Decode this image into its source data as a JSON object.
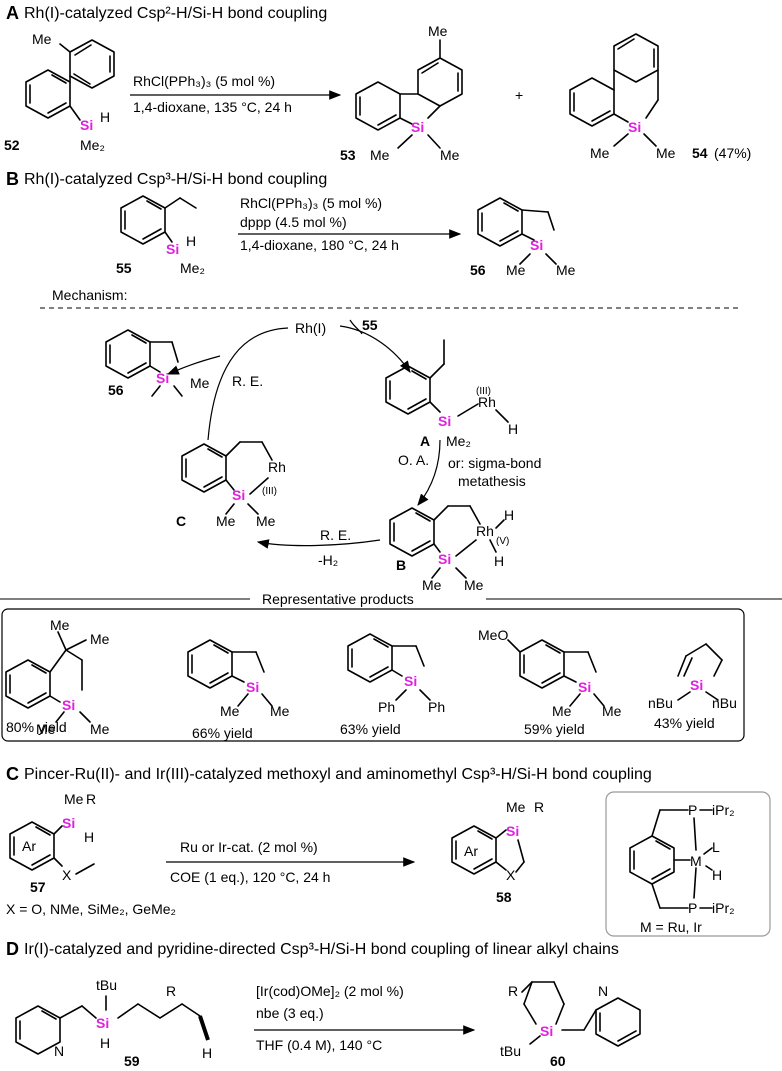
{
  "sectionA": {
    "letter": "A",
    "title": "Rh(I)-catalyzed Csp²-H/Si-H bond coupling",
    "reagent1": "RhCl(PPh₃)₃ (5 mol %)",
    "conditions": "1,4-dioxane, 135 °C, 24 h",
    "sm_label": "52",
    "p1_label": "53",
    "p2_label": "54",
    "p2_yield": "(47%)",
    "plus": "+"
  },
  "sectionB": {
    "letter": "B",
    "title": "Rh(I)-catalyzed Csp³-H/Si-H bond coupling",
    "reagent1": "RhCl(PPh₃)₃ (5 mol %)",
    "reagent2": "dppp (4.5 mol %)",
    "conditions": "1,4-dioxane, 180 °C, 24 h",
    "sm_label": "55",
    "product_label": "56",
    "mechanism_title": "Mechanism:",
    "catalyst": "Rh(I)",
    "substrate_in": "55",
    "step_re1": "R. E.",
    "step_oa": "O. A.",
    "step_alt1": "or: sigma-bond",
    "step_alt2": "metathesis",
    "step_re2": "R. E.",
    "step_h2": "-H₂",
    "int_A": "A",
    "int_B": "B",
    "int_C": "C",
    "ox_III": "(III)",
    "ox_V": "(V)",
    "rep_title": "Representative products",
    "yields": [
      "80% yield",
      "66% yield",
      "63% yield",
      "59% yield",
      "43% yield"
    ]
  },
  "sectionC": {
    "letter": "C",
    "title": "Pincer-Ru(II)- and Ir(III)-catalyzed methoxyl and aminomethyl Csp³-H/Si-H bond coupling",
    "reagent1": "Ru or Ir-cat. (2 mol %)",
    "conditions": "COE (1 eq.), 120 °C, 24 h",
    "sm_label": "57",
    "product_label": "58",
    "x_def": "X = O, NMe, SiMe₂, GeMe₂",
    "metal_def": "M = Ru, Ir"
  },
  "sectionD": {
    "letter": "D",
    "title": "Ir(I)-catalyzed and pyridine-directed Csp³-H/Si-H bond coupling of linear alkyl chains",
    "reagent1": "[Ir(cod)OMe]₂ (2 mol %)",
    "reagent2": "nbe (3 eq.)",
    "conditions": "THF (0.4 M), 140 °C",
    "sm_label": "59",
    "product_label": "60"
  },
  "atoms": {
    "si": "Si",
    "me": "Me",
    "me2": "Me₂",
    "h": "H",
    "rh": "Rh",
    "ph": "Ph",
    "nbu": "nBu",
    "meo": "MeO",
    "ar": "Ar",
    "x": "X",
    "r": "R",
    "m": "M",
    "l": "L",
    "p": "P",
    "ipr2": "iPr₂",
    "n": "N",
    "tbu": "tBu"
  },
  "colors": {
    "silicon": "#e020e0",
    "ink": "#000000"
  }
}
